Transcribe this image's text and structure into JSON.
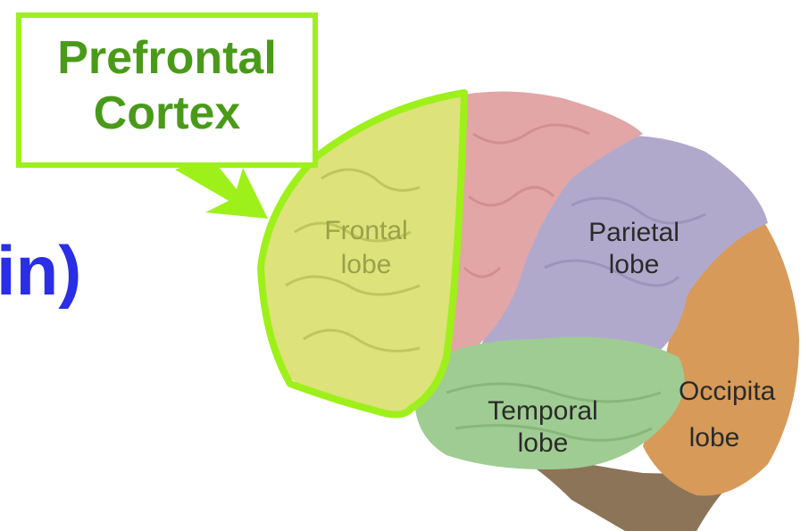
{
  "callout": {
    "line1": "Prefrontal",
    "line2": "Cortex"
  },
  "partial_title": "in)",
  "lobes": {
    "frontal": {
      "line1": "Frontal",
      "line2": "lobe"
    },
    "parietal": {
      "line1": "Parietal",
      "line2": "lobe"
    },
    "temporal": {
      "line1": "Temporal",
      "line2": "lobe"
    },
    "occipital": {
      "line1": "Occipita",
      "line2": "lobe"
    }
  },
  "colors": {
    "highlight": "#9ef01a",
    "callout_text": "#4a9a1a",
    "title_text": "#2a2ee6",
    "frontal": "#dde27a",
    "parietal": "#b1a9cc",
    "temporal": "#9fcc92",
    "occipital": "#d79a58",
    "motor": "#e2a6a6",
    "brainstem": "#8c7458"
  }
}
